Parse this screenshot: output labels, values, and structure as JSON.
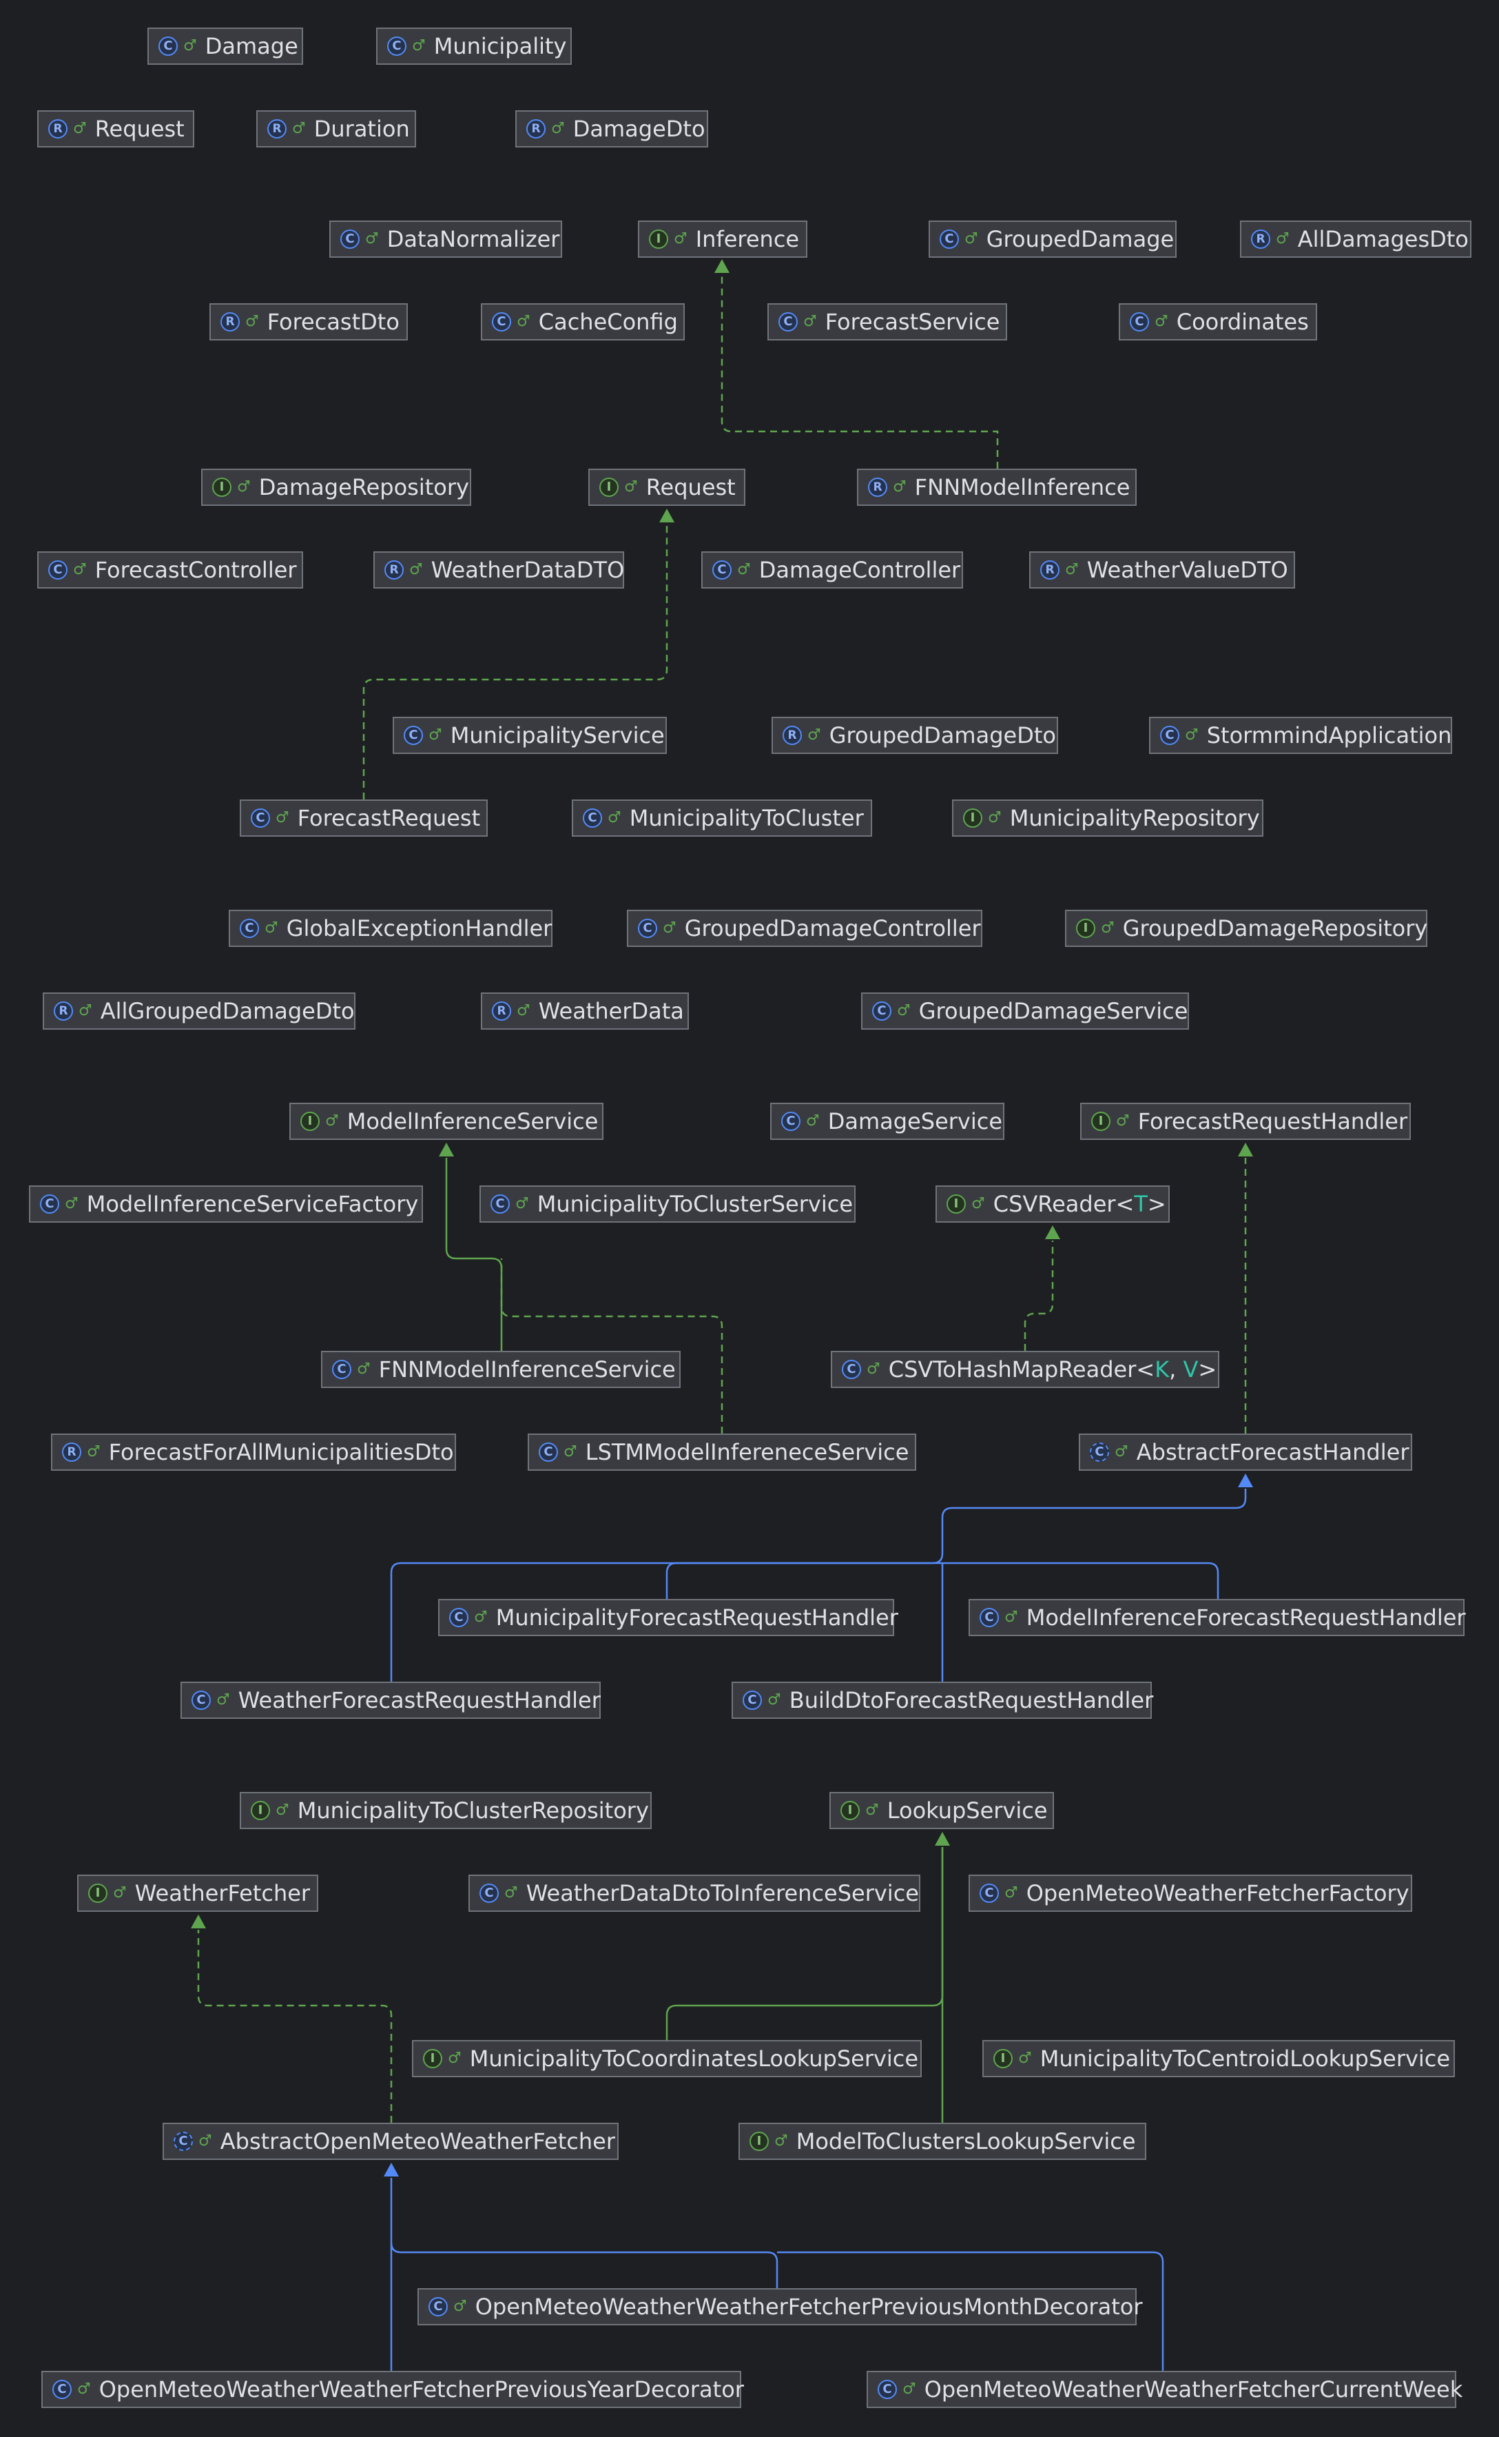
{
  "colors": {
    "background": "#1e1f22",
    "node_fill": "#393b40",
    "node_border": "#6f737a",
    "class_icon": "#548af7",
    "interface_icon": "#5fa54f",
    "implements_edge": "#5fa54f",
    "extends_edge": "#548af7"
  },
  "icons": {
    "class": "class-icon",
    "interface": "interface-icon",
    "record": "record-icon",
    "abstract_class": "abstract-class-icon",
    "application": "spring-application-icon",
    "visibility": "public-visibility-icon"
  },
  "icon_letters": {
    "c": "C",
    "i": "I",
    "r": "R",
    "a": "C",
    "app": "C"
  },
  "nodes": [
    {
      "id": "damage",
      "kind": "c",
      "name": "Damage"
    },
    {
      "id": "municipality",
      "kind": "c",
      "name": "Municipality"
    },
    {
      "id": "request_rec",
      "kind": "r",
      "name": "Request"
    },
    {
      "id": "duration",
      "kind": "r",
      "name": "Duration"
    },
    {
      "id": "damagedto",
      "kind": "r",
      "name": "DamageDto"
    },
    {
      "id": "datanormalizer",
      "kind": "c",
      "name": "DataNormalizer"
    },
    {
      "id": "inference",
      "kind": "i",
      "name": "Inference"
    },
    {
      "id": "groupeddamage",
      "kind": "c",
      "name": "GroupedDamage"
    },
    {
      "id": "alldamagesdto",
      "kind": "r",
      "name": "AllDamagesDto"
    },
    {
      "id": "forecastdto",
      "kind": "r",
      "name": "ForecastDto"
    },
    {
      "id": "cacheconfig",
      "kind": "c",
      "name": "CacheConfig"
    },
    {
      "id": "forecastservice",
      "kind": "c",
      "name": "ForecastService"
    },
    {
      "id": "coordinates",
      "kind": "c",
      "name": "Coordinates"
    },
    {
      "id": "damagerepository",
      "kind": "i",
      "name": "DamageRepository"
    },
    {
      "id": "request_int",
      "kind": "i",
      "name": "Request"
    },
    {
      "id": "fnnmodelinference",
      "kind": "r",
      "name": "FNNModelInference"
    },
    {
      "id": "forecastcontroller",
      "kind": "c",
      "name": "ForecastController"
    },
    {
      "id": "weatherdatadto",
      "kind": "r",
      "name": "WeatherDataDTO"
    },
    {
      "id": "damagecontroller",
      "kind": "c",
      "name": "DamageController"
    },
    {
      "id": "weathervaluedto",
      "kind": "r",
      "name": "WeatherValueDTO"
    },
    {
      "id": "municipalityservice",
      "kind": "c",
      "name": "MunicipalityService"
    },
    {
      "id": "groupeddamagedto",
      "kind": "r",
      "name": "GroupedDamageDto"
    },
    {
      "id": "stormmindapplication",
      "kind": "app",
      "name": "StormmindApplication"
    },
    {
      "id": "forecastrequest",
      "kind": "c",
      "name": "ForecastRequest"
    },
    {
      "id": "municipalitytocluster",
      "kind": "c",
      "name": "MunicipalityToCluster"
    },
    {
      "id": "municipalityrepository",
      "kind": "i",
      "name": "MunicipalityRepository"
    },
    {
      "id": "globalexceptionhandler",
      "kind": "c",
      "name": "GlobalExceptionHandler"
    },
    {
      "id": "groupeddamagecontroller",
      "kind": "c",
      "name": "GroupedDamageController"
    },
    {
      "id": "groupeddamagerepository",
      "kind": "i",
      "name": "GroupedDamageRepository"
    },
    {
      "id": "allgroupeddamagedto",
      "kind": "r",
      "name": "AllGroupedDamageDto"
    },
    {
      "id": "weatherdata",
      "kind": "r",
      "name": "WeatherData"
    },
    {
      "id": "groupeddamageservice",
      "kind": "c",
      "name": "GroupedDamageService"
    },
    {
      "id": "modelinferenceservice",
      "kind": "i",
      "name": "ModelInferenceService"
    },
    {
      "id": "damageservice",
      "kind": "c",
      "name": "DamageService"
    },
    {
      "id": "forecastrequesthandler",
      "kind": "i",
      "name": "ForecastRequestHandler"
    },
    {
      "id": "modelinferenceservicefactory",
      "kind": "c",
      "name": "ModelInferenceServiceFactory"
    },
    {
      "id": "municipalitytoclusterservice",
      "kind": "c",
      "name": "MunicipalityToClusterService"
    },
    {
      "id": "csvreader",
      "kind": "i",
      "name": "CSVReader",
      "type_params": [
        "T"
      ]
    },
    {
      "id": "fnnmodelinferenceservice",
      "kind": "c",
      "name": "FNNModelInferenceService"
    },
    {
      "id": "csvtohashmapreader",
      "kind": "c",
      "name": "CSVToHashMapReader",
      "type_params": [
        "K",
        "V"
      ]
    },
    {
      "id": "forecastforallmunicipalitiesdto",
      "kind": "r",
      "name": "ForecastForAllMunicipalitiesDto"
    },
    {
      "id": "lstmmodelinfereneceservice",
      "kind": "c",
      "name": "LSTMModelInfereneceService"
    },
    {
      "id": "abstractforecasthandler",
      "kind": "a",
      "name": "AbstractForecastHandler"
    },
    {
      "id": "municipalityforecastrequesthandler",
      "kind": "c",
      "name": "MunicipalityForecastRequestHandler"
    },
    {
      "id": "modelinferenceforecastrequesthandler",
      "kind": "c",
      "name": "ModelInferenceForecastRequestHandler"
    },
    {
      "id": "weatherforecastrequesthandler",
      "kind": "c",
      "name": "WeatherForecastRequestHandler"
    },
    {
      "id": "builddtoforecastrequesthandler",
      "kind": "c",
      "name": "BuildDtoForecastRequestHandler"
    },
    {
      "id": "municipalitytoclusterrepository",
      "kind": "i",
      "name": "MunicipalityToClusterRepository"
    },
    {
      "id": "lookupservice",
      "kind": "i",
      "name": "LookupService"
    },
    {
      "id": "weatherfetcher",
      "kind": "i",
      "name": "WeatherFetcher"
    },
    {
      "id": "weatherdatadtotoinferenceservice",
      "kind": "c",
      "name": "WeatherDataDtoToInferenceService"
    },
    {
      "id": "openmeteoweatherfetcherfactory",
      "kind": "c",
      "name": "OpenMeteoWeatherFetcherFactory"
    },
    {
      "id": "municipalitytocoordinateslookupservice",
      "kind": "i",
      "name": "MunicipalityToCoordinatesLookupService"
    },
    {
      "id": "municipalitytocentroidlookupservice",
      "kind": "i",
      "name": "MunicipalityToCentroidLookupService"
    },
    {
      "id": "abstractopenmeteoweatherfetcher",
      "kind": "a",
      "name": "AbstractOpenMeteoWeatherFetcher"
    },
    {
      "id": "modeltoclusterslookupservice",
      "kind": "i",
      "name": "ModelToClustersLookupService"
    },
    {
      "id": "openmeteoprevmonth",
      "kind": "c",
      "name": "OpenMeteoWeatherWeatherFetcherPreviousMonthDecorator"
    },
    {
      "id": "openmeteoprevyear",
      "kind": "c",
      "name": "OpenMeteoWeatherWeatherFetcherPreviousYearDecorator"
    },
    {
      "id": "openmeteocurrentweek",
      "kind": "c",
      "name": "OpenMeteoWeatherWeatherFetcherCurrentWeek"
    }
  ],
  "edges": [
    {
      "from": "fnnmodelinference",
      "to": "inference",
      "type": "implements"
    },
    {
      "from": "forecastrequest",
      "to": "request_int",
      "type": "implements"
    },
    {
      "from": "fnnmodelinferenceservice",
      "to": "modelinferenceservice",
      "type": "implements"
    },
    {
      "from": "lstmmodelinfereneceservice",
      "to": "modelinferenceservice",
      "type": "implements"
    },
    {
      "from": "csvtohashmapreader",
      "to": "csvreader",
      "type": "implements"
    },
    {
      "from": "abstractforecasthandler",
      "to": "forecastrequesthandler",
      "type": "implements"
    },
    {
      "from": "weatherforecastrequesthandler",
      "to": "abstractforecasthandler",
      "type": "extends"
    },
    {
      "from": "municipalityforecastrequesthandler",
      "to": "abstractforecasthandler",
      "type": "extends"
    },
    {
      "from": "builddtoforecastrequesthandler",
      "to": "abstractforecasthandler",
      "type": "extends"
    },
    {
      "from": "modelinferenceforecastrequesthandler",
      "to": "abstractforecasthandler",
      "type": "extends"
    },
    {
      "from": "municipalitytocoordinateslookupservice",
      "to": "lookupservice",
      "type": "extends_interface"
    },
    {
      "from": "modeltoclusterslookupservice",
      "to": "lookupservice",
      "type": "extends_interface"
    },
    {
      "from": "abstractopenmeteoweatherfetcher",
      "to": "weatherfetcher",
      "type": "implements"
    },
    {
      "from": "openmeteoprevyear",
      "to": "abstractopenmeteoweatherfetcher",
      "type": "extends"
    },
    {
      "from": "openmeteoprevmonth",
      "to": "abstractopenmeteoweatherfetcher",
      "type": "extends"
    },
    {
      "from": "openmeteocurrentweek",
      "to": "abstractopenmeteoweatherfetcher",
      "type": "extends"
    }
  ]
}
